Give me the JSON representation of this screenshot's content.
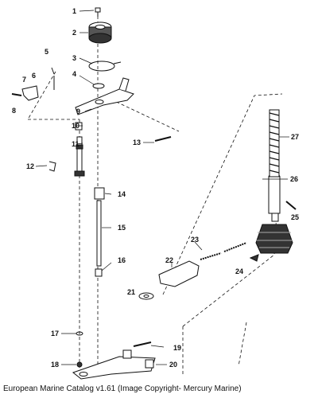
{
  "caption": "European Marine Catalog v1.61 (Image Copyright- Mercury Marine)",
  "callouts": [
    "1",
    "2",
    "3",
    "4",
    "5",
    "6",
    "7",
    "8",
    "9",
    "10",
    "11",
    "12",
    "13",
    "14",
    "15",
    "16",
    "17",
    "18",
    "19",
    "20",
    "21",
    "22",
    "23",
    "24",
    "25",
    "26",
    "27"
  ]
}
